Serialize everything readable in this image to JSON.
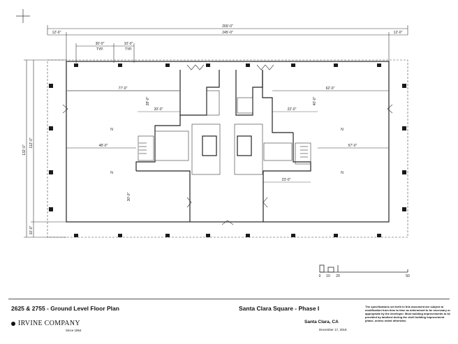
{
  "plan": {
    "dimensions": {
      "overall_width": "269'-0\"",
      "left_bay": "12'-0\"",
      "main_width": "245'-0\"",
      "right_bay": "12'-0\"",
      "sub_a": "30'-0\"",
      "sub_b": "10'-0\"",
      "sub_c": "TYP.",
      "sub_d": "TYP.",
      "overall_depth": "132'-0\"",
      "depth_main": "112'-0\"",
      "depth_bottom": "10'-0\"",
      "room_a": "77'-0\"",
      "room_b": "62'-0\"",
      "room_c": "20'-0\"",
      "room_d": "48'-0\"",
      "room_e": "57'-0\"",
      "room_f": "28'-0\"",
      "room_g": "30'-0\"",
      "room_h": "22'-0\"",
      "room_i": "40'-0\"",
      "room_j": "23'-0\""
    },
    "markers": {
      "n": "N"
    }
  },
  "footer": {
    "title": "2625 & 2755 - Ground Level Floor Plan",
    "project": "Santa Clara Square - Phase I",
    "company": "IRVINE COMPANY",
    "since": "Since 1864",
    "location": "Santa Clara, CA",
    "date": "December 17, 2018",
    "disclaimer": "The specifications set forth in this document are subject to modification from time to time as determined to be necessary or appropriate by the developer. Most building improvements to be provided by landlord during the shell building improvement phase, unless noted otherwise."
  },
  "scale_bar": {
    "labels": [
      "0",
      "10",
      "20",
      "50"
    ]
  }
}
